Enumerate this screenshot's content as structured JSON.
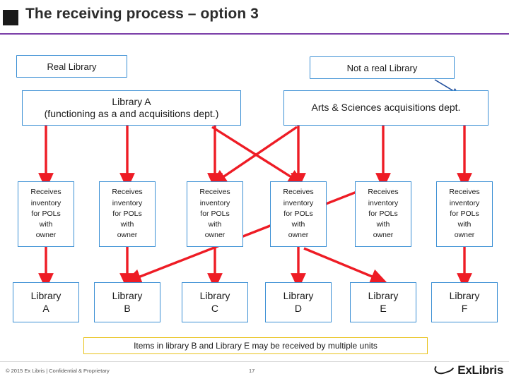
{
  "slide": {
    "title": "The receiving process – option 3",
    "accent_color": "#7b3ea8",
    "box_border_color": "#3b8fd4",
    "arrow_color": "#ee1c25",
    "note_border_color": "#e8c21a"
  },
  "callouts": [
    {
      "label": "Real Library"
    },
    {
      "label": "Not a real Library"
    }
  ],
  "headers": [
    {
      "label": "Library A\n(functioning as a and acquisitions dept.)"
    },
    {
      "label": "Arts & Sciences acquisitions dept."
    }
  ],
  "receives": [
    {
      "label": "Receives\ninventory\nfor POLs\nwith\nowner"
    },
    {
      "label": "Receives\ninventory\nfor POLs\nwith\nowner"
    },
    {
      "label": "Receives\ninventory\nfor POLs\nwith\nowner"
    },
    {
      "label": "Receives\ninventory\nfor POLs\nwith\nowner"
    },
    {
      "label": "Receives\ninventory\nfor POLs\nwith\nowner"
    },
    {
      "label": "Receives\ninventory\nfor POLs\nwith\nowner"
    }
  ],
  "libraries": [
    {
      "label": "Library\nA"
    },
    {
      "label": "Library\nB"
    },
    {
      "label": "Library\nC"
    },
    {
      "label": "Library\nD"
    },
    {
      "label": "Library\nE"
    },
    {
      "label": "Library\nF"
    }
  ],
  "note": "Items in library B and Library E may be received by multiple units",
  "footer": {
    "copyright": "© 2015 Ex Libris | Confidential & Proprietary",
    "page_number": "17",
    "logo_first": "Ex",
    "logo_second": "Libris"
  }
}
